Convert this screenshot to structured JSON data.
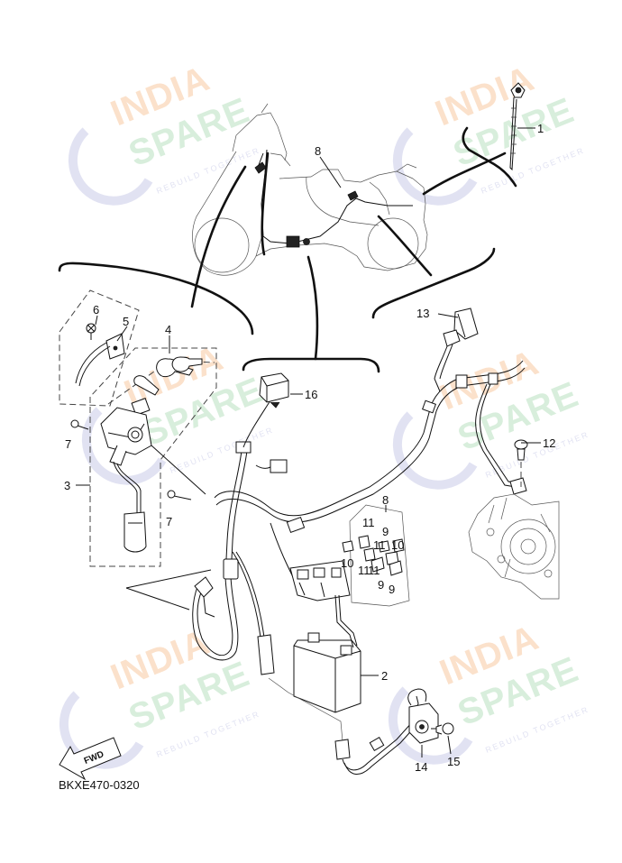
{
  "diagram": {
    "code": "BKXE470-0320",
    "fwd_label": "FWD",
    "callouts": {
      "c1": "1",
      "c2": "2",
      "c3": "3",
      "c4": "4",
      "c5": "5",
      "c6": "6",
      "c7a": "7",
      "c7b": "7",
      "c8top": "8",
      "c8fuse": "8",
      "c9a": "9",
      "c9b": "9",
      "c9c": "9",
      "c10a": "10",
      "c10b": "10",
      "c11a": "11",
      "c11b": "11",
      "c11c": "11",
      "c11d": "11",
      "c12": "12",
      "c13": "13",
      "c14": "14",
      "c15": "15",
      "c16": "16"
    }
  },
  "watermark": {
    "line1": "INDIA",
    "line2": "SPARE",
    "tagline": "REBUILD TOGETHER",
    "colors": {
      "india": "#f7c9a0",
      "spare": "#b9e0bf",
      "icon": "#c9cbe8"
    }
  }
}
